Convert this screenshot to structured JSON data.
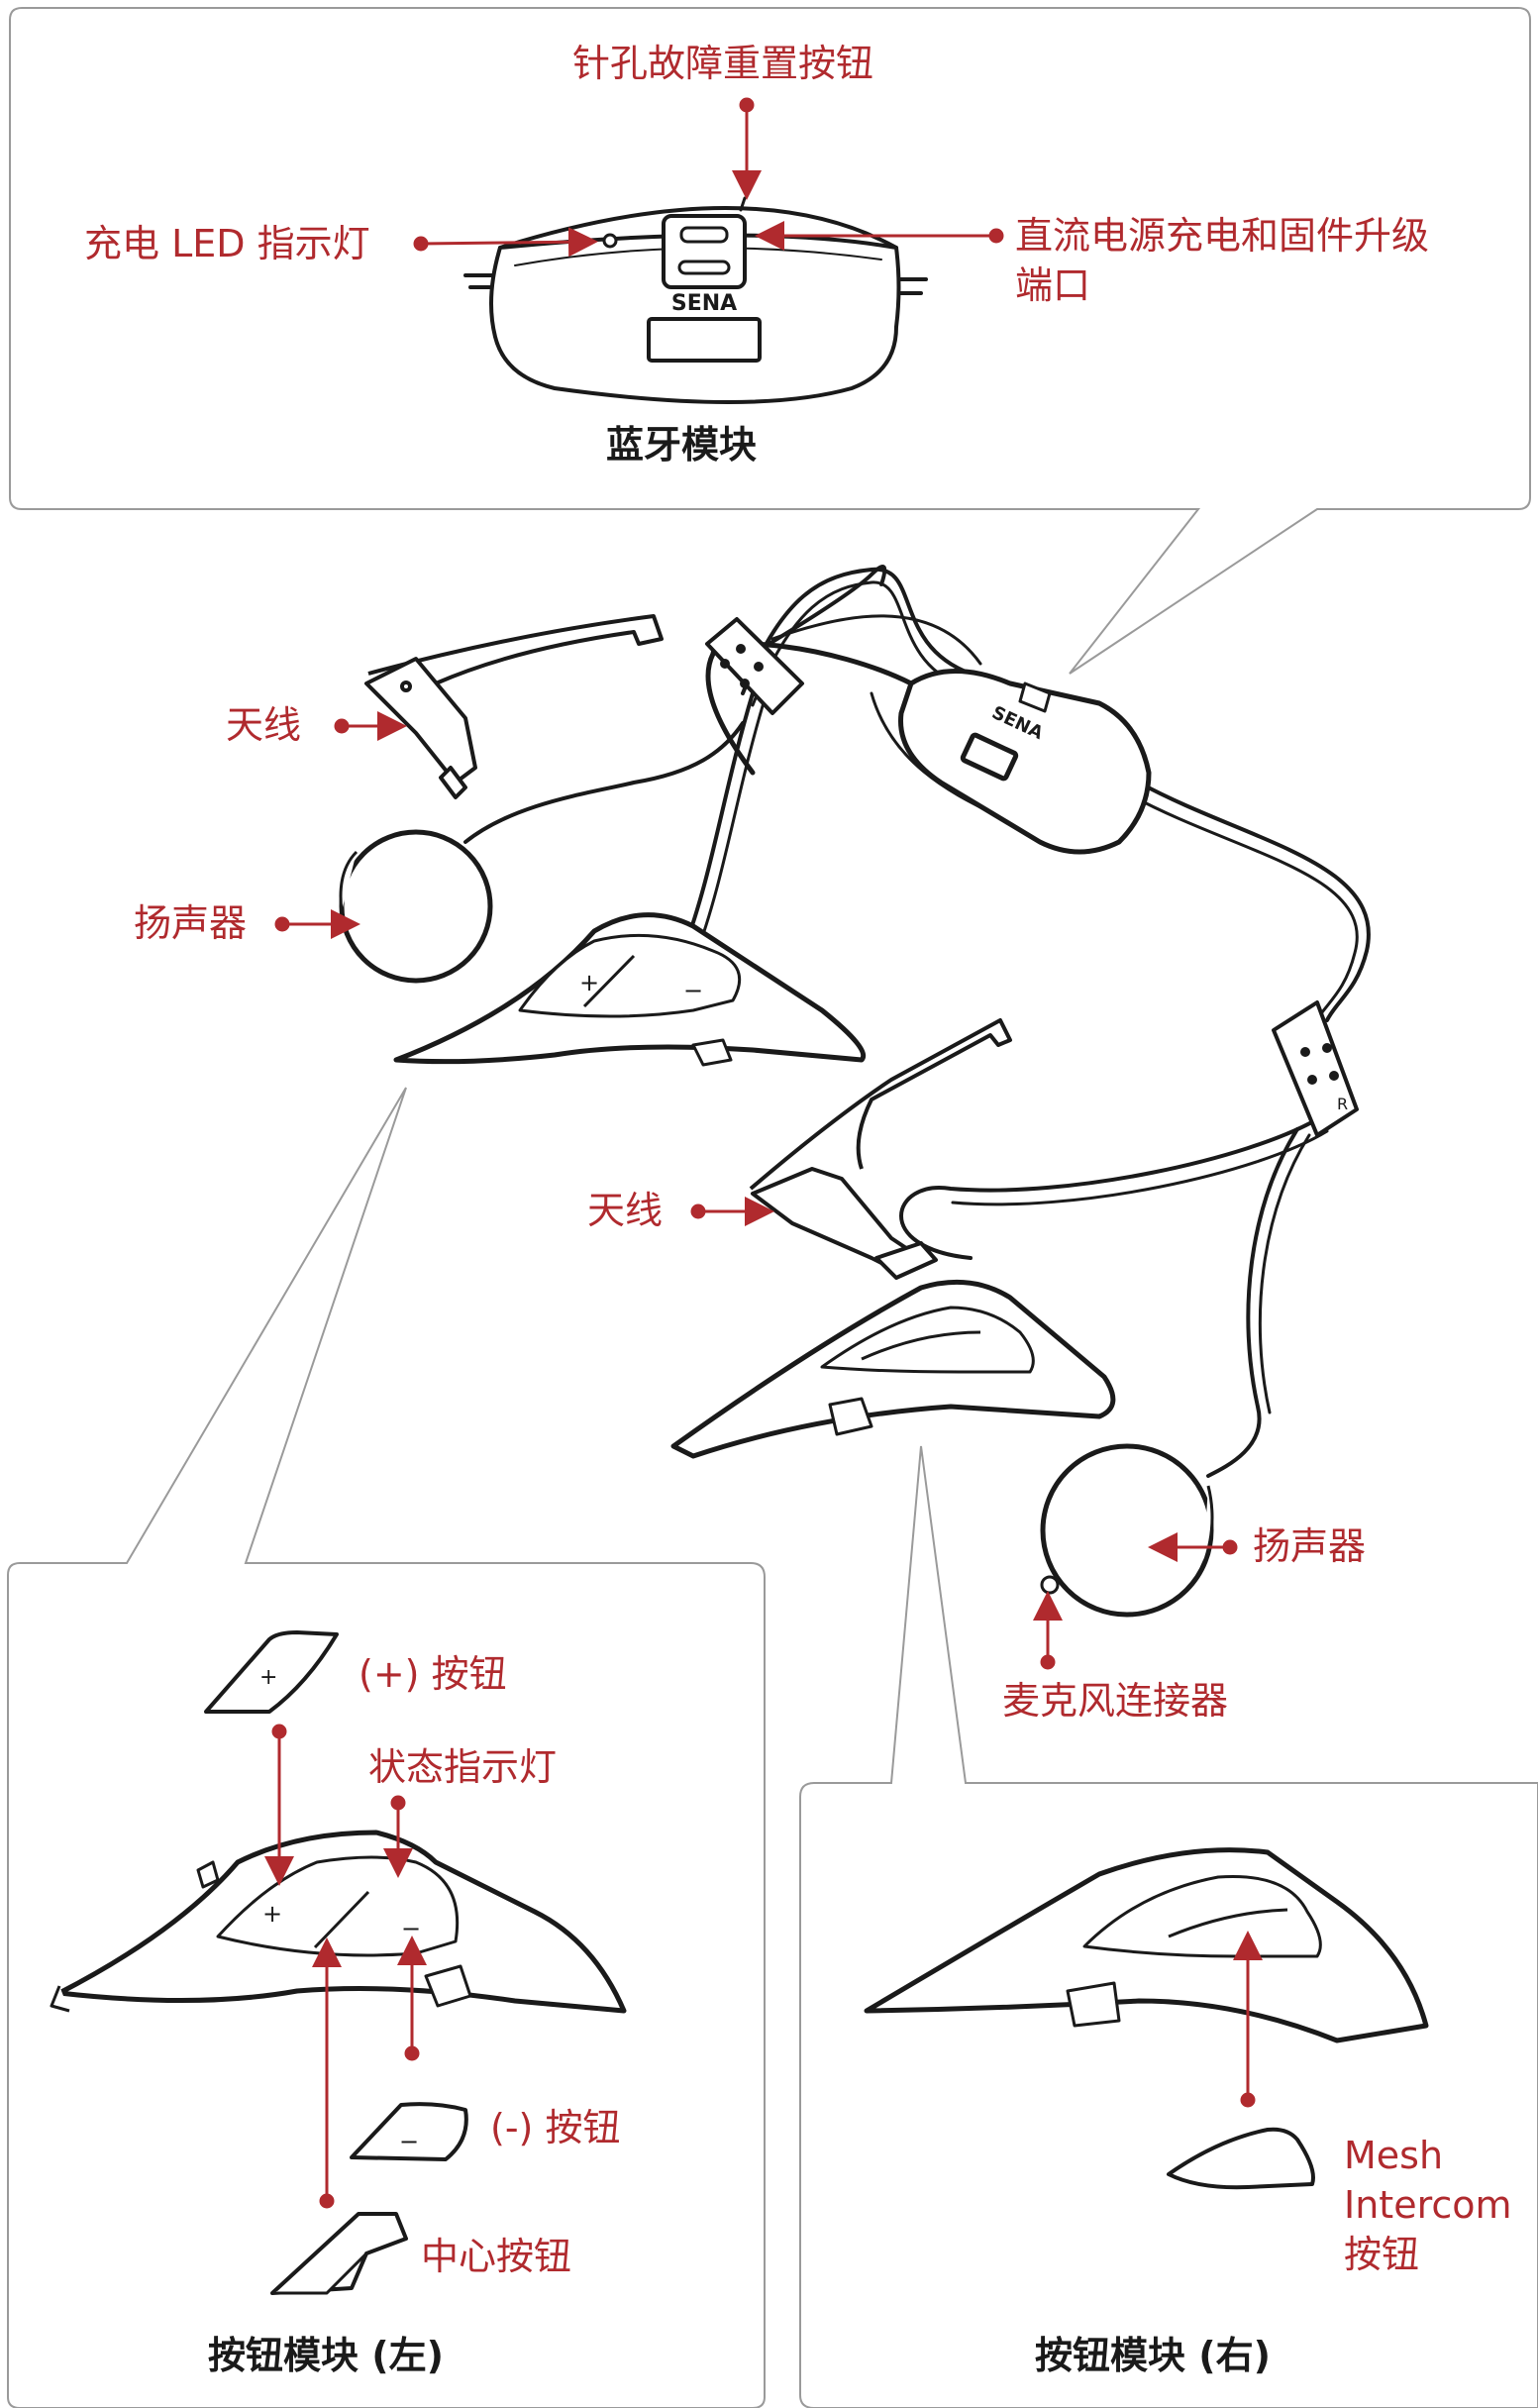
{
  "colors": {
    "accent": "#b02a2e",
    "line": "#1a1a1a",
    "panel_border": "#9a9a9a",
    "background": "#ffffff"
  },
  "bluetooth_panel": {
    "title": "蓝牙模块",
    "logo": "SENA",
    "labels": {
      "reset": "针孔故障重置按钮",
      "led": "充电 LED 指示灯",
      "dc_port_line1": "直流电源充电和固件升级",
      "dc_port_line2": "端口"
    }
  },
  "main": {
    "logo": "SENA",
    "antenna_left": "天线",
    "speaker_left": "扬声器",
    "antenna_right": "天线",
    "speaker_right": "扬声器",
    "mic_connector": "麦克风连接器"
  },
  "left_panel": {
    "title": "按钮模块 (左)",
    "plus_button": "(+) 按钮",
    "status_led": "状态指示灯",
    "minus_button": "(-) 按钮",
    "center_button": "中心按钮"
  },
  "right_panel": {
    "title": "按钮模块 (右)",
    "mesh_line1": "Mesh",
    "mesh_line2": "Intercom",
    "mesh_line3": "按钮"
  }
}
